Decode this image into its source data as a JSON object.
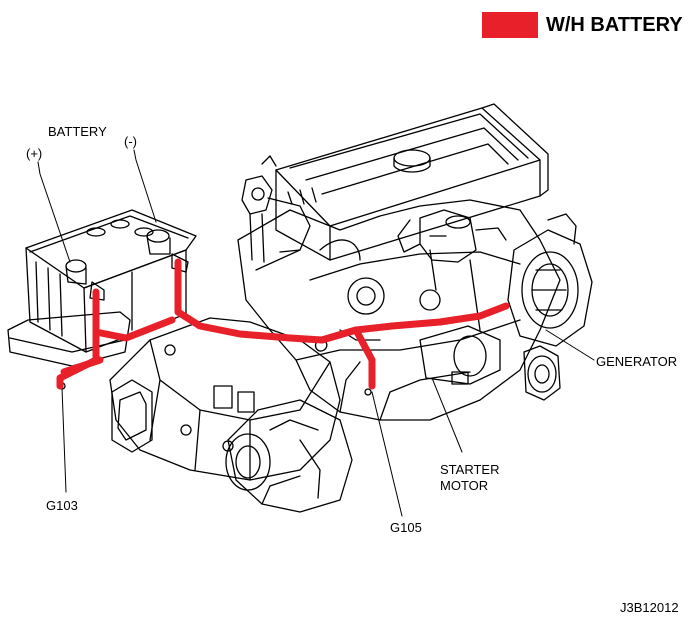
{
  "legend": {
    "label": "W/H BATTERY",
    "color": "#e8202a"
  },
  "labels": {
    "battery": "BATTERY",
    "positive": "(+)",
    "negative": "(-)",
    "generator": "GENERATOR",
    "starter_motor_line1": "STARTER",
    "starter_motor_line2": "MOTOR",
    "g103": "G103",
    "g105": "G105",
    "figure_id": "J3B12012"
  },
  "colors": {
    "harness": "#e8202a",
    "line": "#000000"
  }
}
